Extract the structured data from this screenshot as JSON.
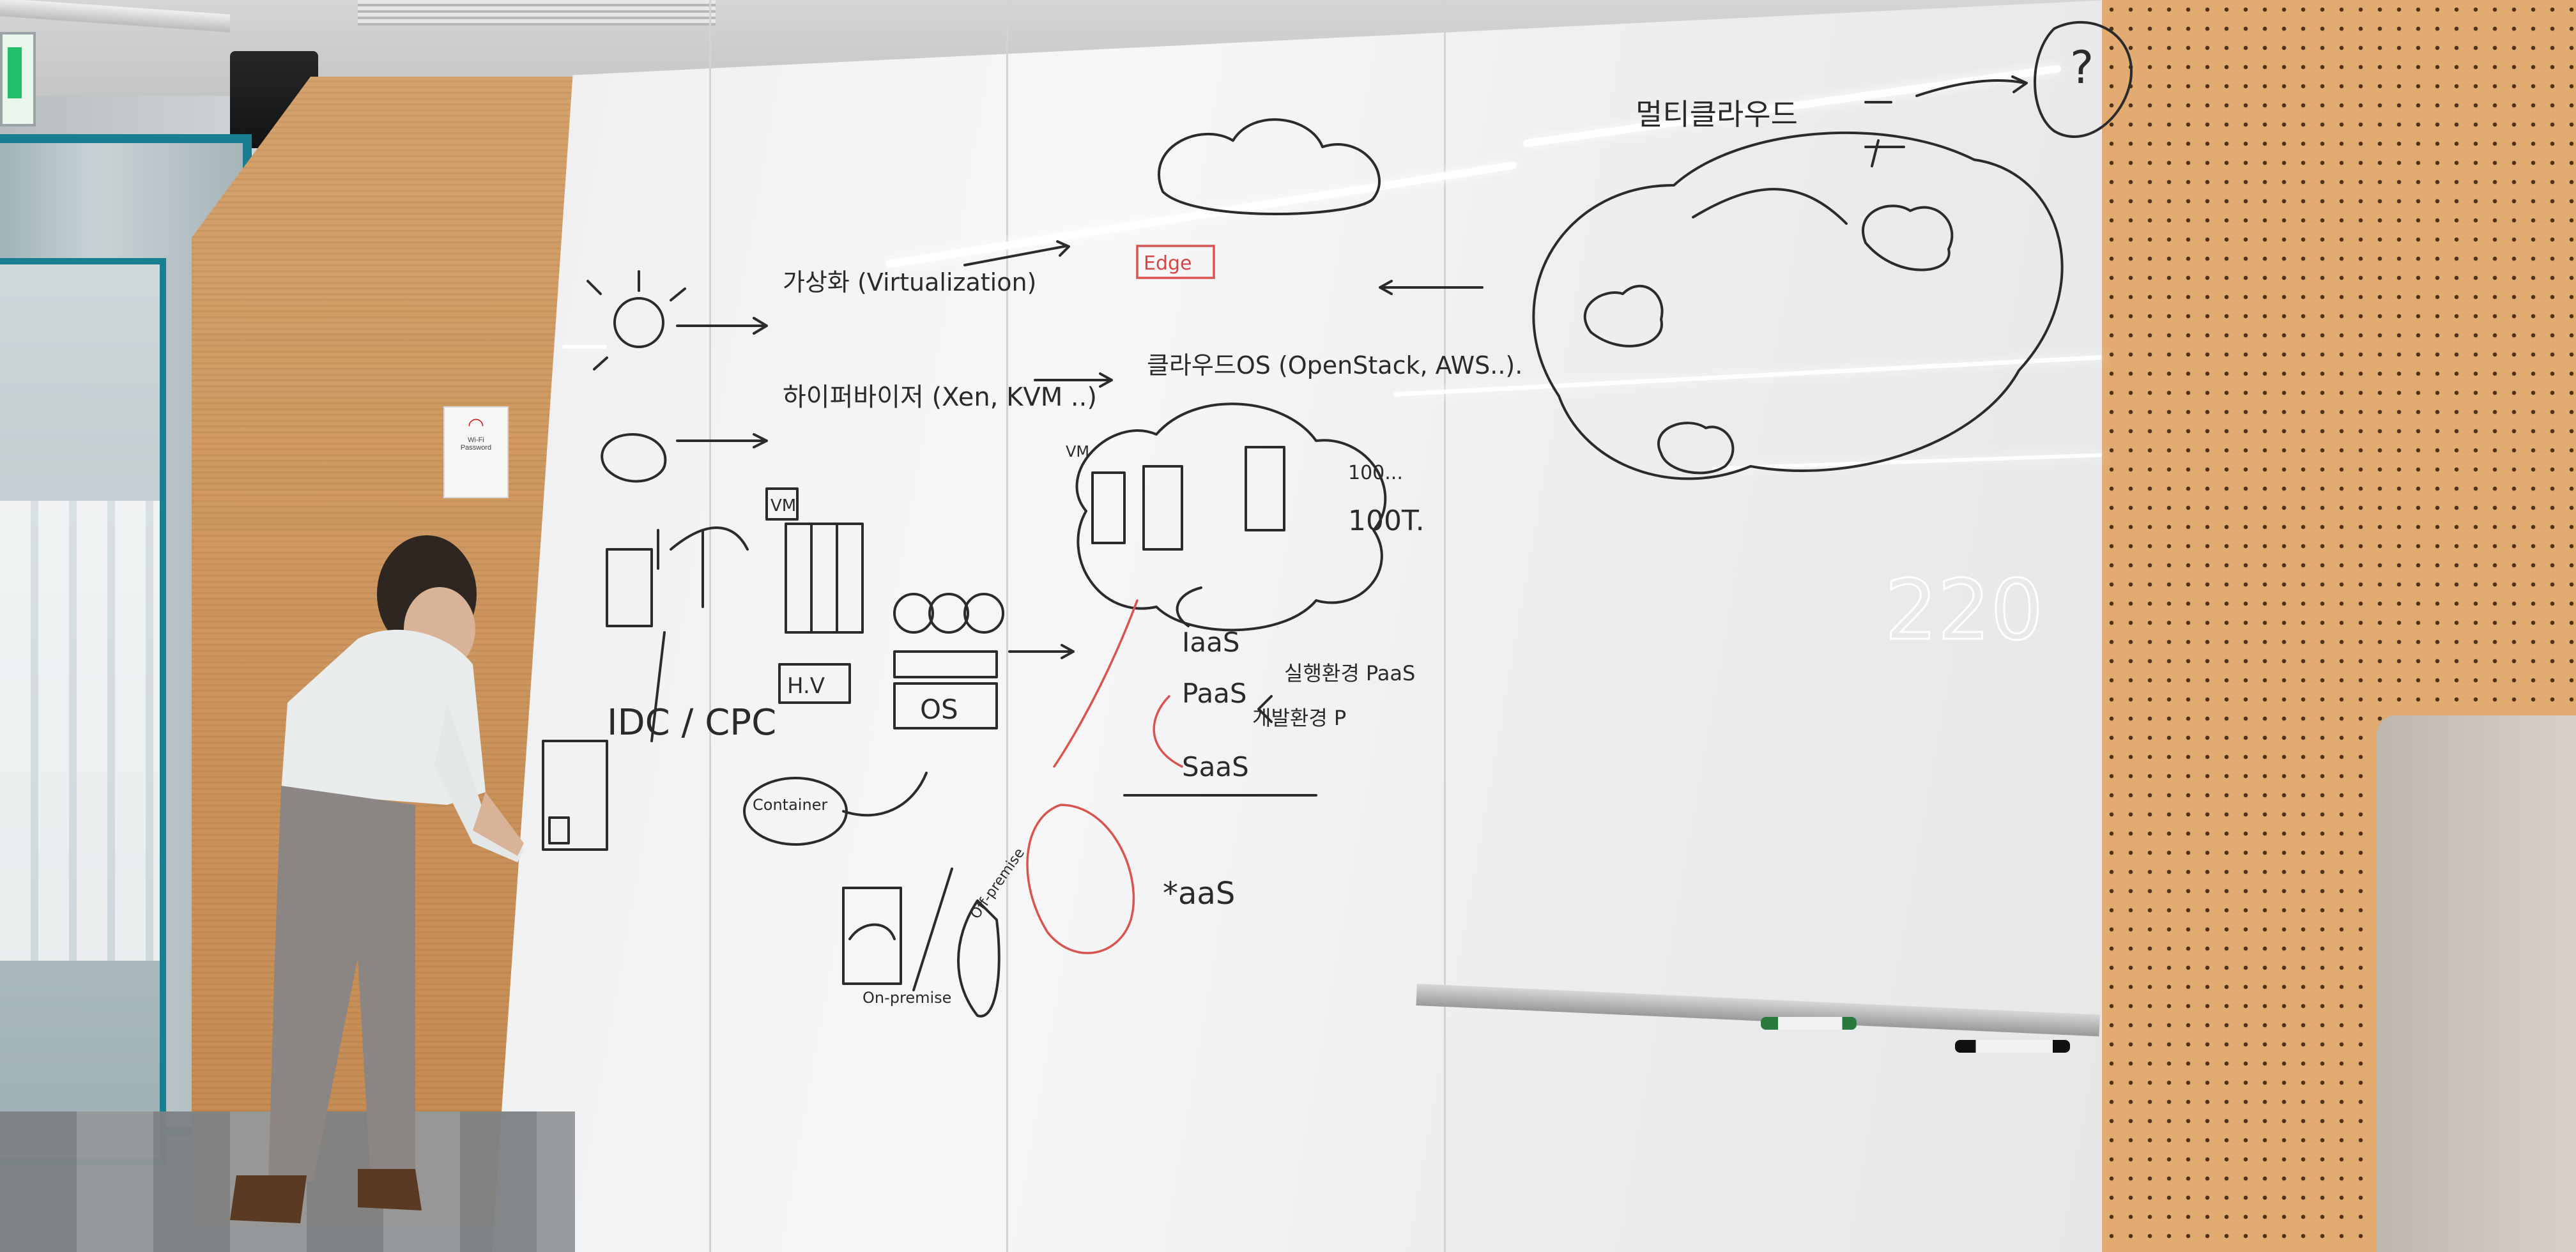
{
  "scene": {
    "exit_sign_color": "#23c06b",
    "door_frame_color": "#1a7e93",
    "wall_wood_color": "#cf955c",
    "pegboard_color": "#e2ab72",
    "whiteboard_color": "#f2f2f3",
    "ink_black": "#2b2b2e",
    "ink_red": "#d9534f"
  },
  "board": {
    "left": {
      "idc_cpc": "IDC / CPC",
      "container": "Container",
      "on_premise": "On-premise",
      "off_premise": "Off-premise"
    },
    "middle": {
      "virtualization": "가상화 (Virtualization)",
      "hypervisor": "하이퍼바이저 (Xen, KVM ..)",
      "vm": "VM",
      "os": "OS",
      "hv": "H.V"
    },
    "right": {
      "edge": "Edge",
      "cloud_os": "클라우드OS (OpenStack, AWS..).",
      "vm_cloud": "VM",
      "hundred_t": "100T.",
      "dots": "100...",
      "iaas": "IaaS",
      "paas": "PaaS",
      "saas": "SaaS",
      "xaas": "*aaS",
      "paas_note1": "실행환경 PaaS",
      "paas_note2": "개발환경 P"
    },
    "far_right": {
      "multi_cloud": "멀티클라우드",
      "question": "?"
    },
    "ghost_number": "220"
  },
  "sign": {
    "label_top": "Wi-Fi",
    "label_bottom": "Password"
  }
}
